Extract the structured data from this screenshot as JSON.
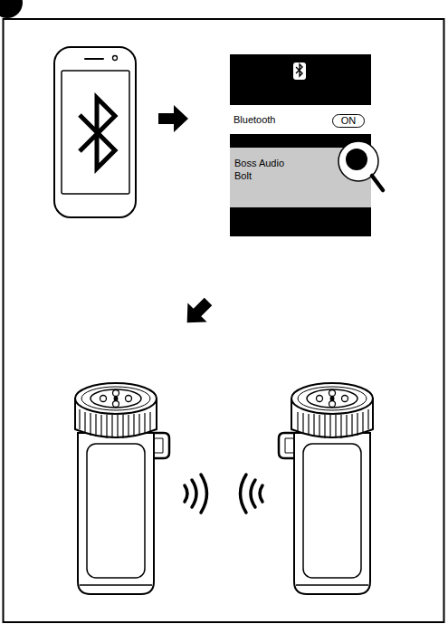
{
  "diagram": {
    "nodes": [
      {
        "text": [
          "ON"
        ]
      },
      {
        "text": [
          "Boss Audio Bolt"
        ]
      }
    ],
    "labels": [
      "Bluetooth"
    ]
  }
}
